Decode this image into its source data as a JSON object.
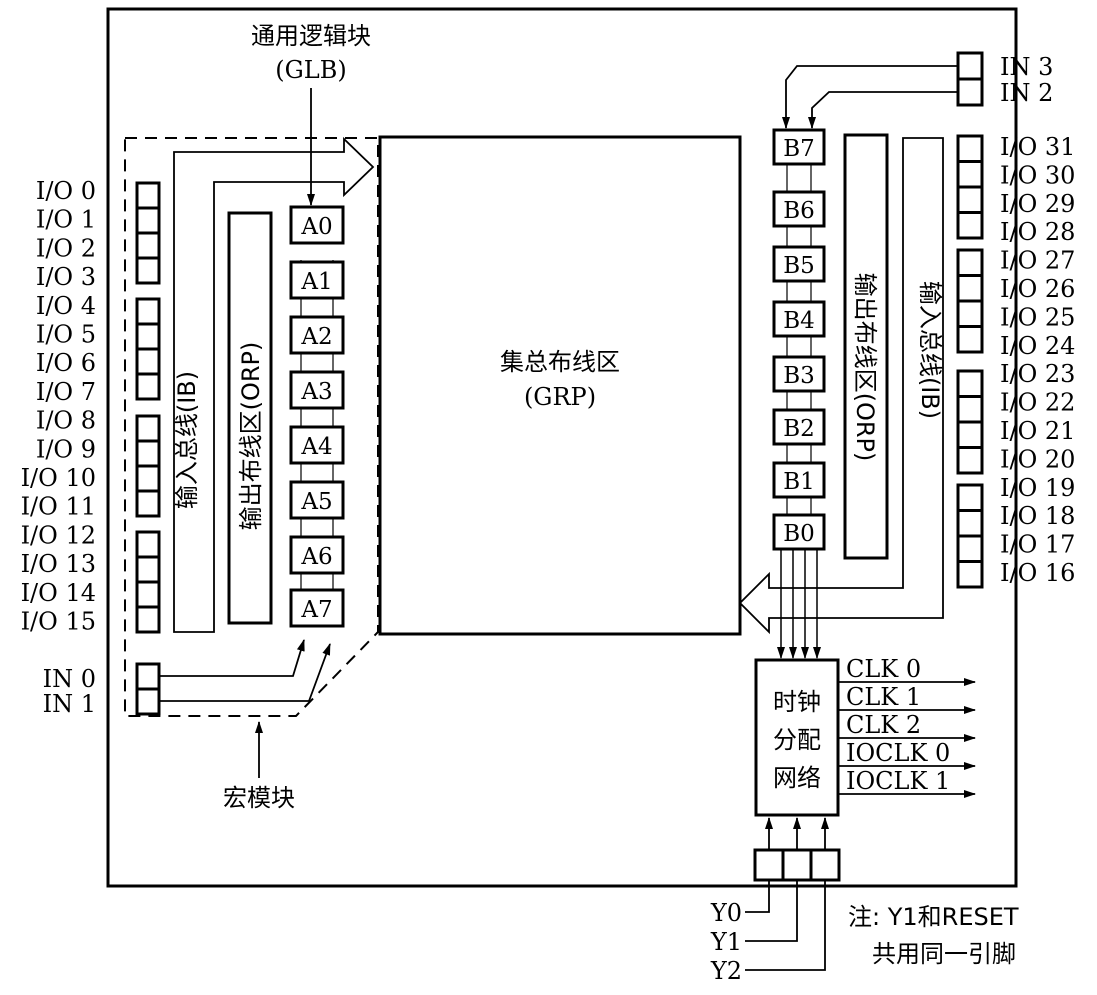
{
  "glb_title": "通用逻辑块",
  "glb_abbr": "(GLB)",
  "grp_title": "集总布线区",
  "grp_abbr": "(GRP)",
  "left_ib": "输入总线(IB)",
  "left_orp": "输出布线区(ORP)",
  "right_orp": "输出布线区(ORP)",
  "right_ib": "输入总线(IB)",
  "macro_label": "宏模块",
  "a_blocks": [
    "A0",
    "A1",
    "A2",
    "A3",
    "A4",
    "A5",
    "A6",
    "A7"
  ],
  "b_blocks": [
    "B7",
    "B6",
    "B5",
    "B4",
    "B3",
    "B2",
    "B1",
    "B0"
  ],
  "left_io": [
    "I/O 0",
    "I/O 1",
    "I/O 2",
    "I/O 3",
    "I/O 4",
    "I/O 5",
    "I/O 6",
    "I/O 7",
    "I/O 8",
    "I/O 9",
    "I/O 10",
    "I/O 11",
    "I/O 12",
    "I/O 13",
    "I/O 14",
    "I/O 15"
  ],
  "right_io": [
    "I/O 31",
    "I/O 30",
    "I/O 29",
    "I/O 28",
    "I/O 27",
    "I/O 26",
    "I/O 25",
    "I/O 24",
    "I/O 23",
    "I/O 22",
    "I/O 21",
    "I/O 20",
    "I/O 19",
    "I/O 18",
    "I/O 17",
    "I/O 16"
  ],
  "left_in": [
    "IN 0",
    "IN 1"
  ],
  "right_in": [
    "IN 3",
    "IN 2"
  ],
  "clock_lines": [
    "时钟",
    "分配",
    "网络"
  ],
  "clock_outputs": [
    "CLK 0",
    "CLK 1",
    "CLK 2",
    "IOCLK 0",
    "IOCLK 1"
  ],
  "y_inputs": [
    "Y0",
    "Y1",
    "Y2"
  ],
  "note_lines": [
    "注: Y1和RESET",
    "共用同一引脚"
  ]
}
